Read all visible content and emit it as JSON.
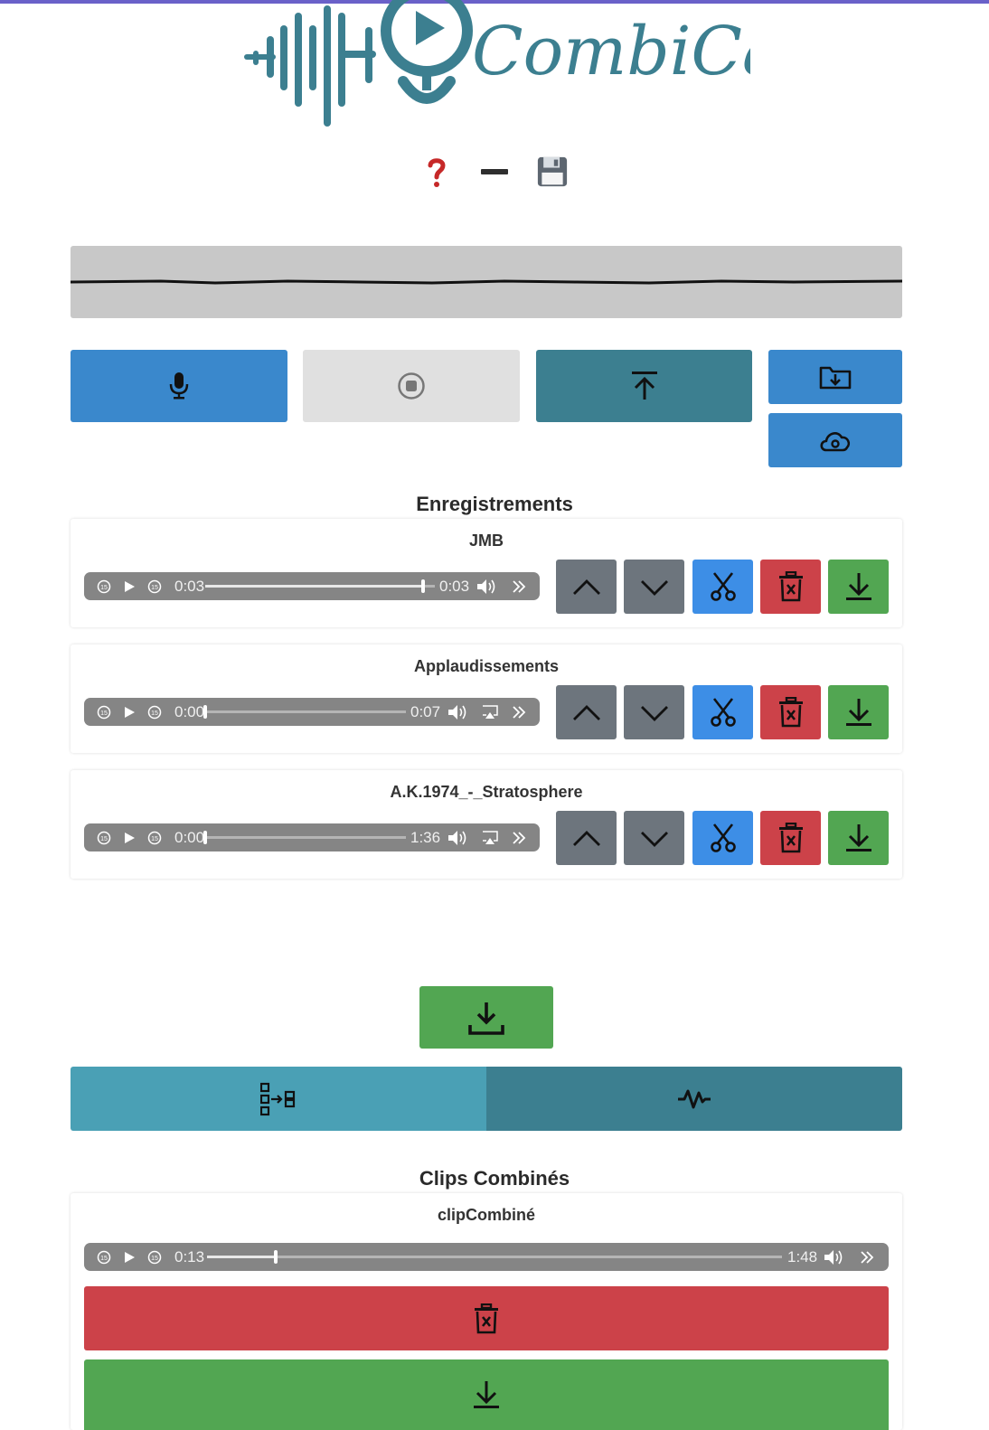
{
  "app": {
    "brand_name": "CombiCast",
    "accent_color": "#6a61c9",
    "logo_color": "#3c7f90"
  },
  "toolbar": {
    "help_icon": "question-mark-icon",
    "minimize_icon": "minus-icon",
    "save_icon": "floppy-disk-icon"
  },
  "controls": {
    "record_icon": "microphone-icon",
    "stop_icon": "stop-circle-icon",
    "upload_icon": "upload-icon",
    "load_folder_icon": "folder-download-icon",
    "cloud_icon": "cloud-icon"
  },
  "recordings": {
    "title": "Enregistrements",
    "items": [
      {
        "name": "JMB",
        "current_time": "0:03",
        "duration": "0:03",
        "progress": 0.95,
        "airplay": false
      },
      {
        "name": "Applaudissements",
        "current_time": "0:00",
        "duration": "0:07",
        "progress": 0.0,
        "airplay": true
      },
      {
        "name": "A.K.1974_-_Stratosphere",
        "current_time": "0:00",
        "duration": "1:36",
        "progress": 0.0,
        "airplay": true
      }
    ],
    "row_actions": [
      "move-up",
      "move-down",
      "cut",
      "delete",
      "download"
    ]
  },
  "combine": {
    "download_icon": "tray-download-icon",
    "combine_tab_icon": "combine-icon",
    "effects_tab_icon": "waveform-icon"
  },
  "clips": {
    "title": "Clips Combinés",
    "items": [
      {
        "name": "clipCombiné",
        "current_time": "0:13",
        "duration": "1:48",
        "progress": 0.12
      }
    ]
  },
  "colors": {
    "blue": "#3a88cc",
    "teal": "#3c7f90",
    "green": "#52a652",
    "red": "#cc4249",
    "gray": "#6d757d"
  }
}
